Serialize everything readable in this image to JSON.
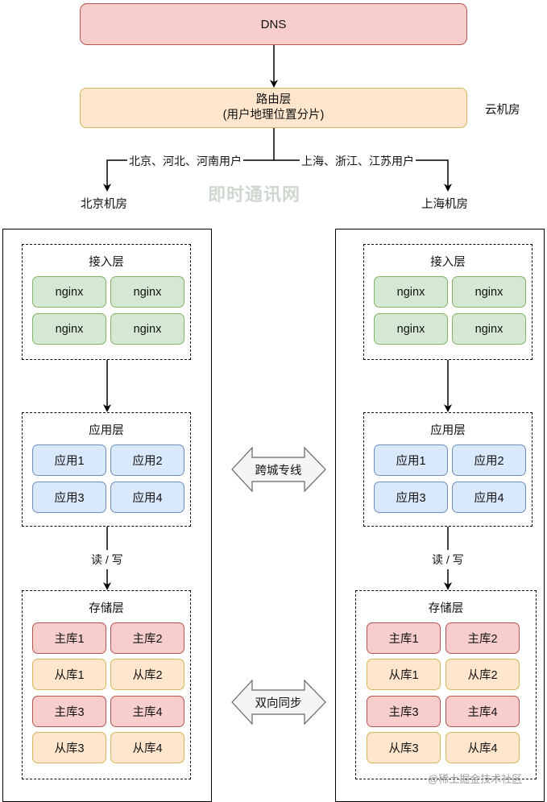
{
  "top": {
    "dns": "DNS",
    "routing_line1": "路由层",
    "routing_line2": "(用户地理位置分片)",
    "cloud_room": "云机房"
  },
  "routes": {
    "left_label": "北京、河北、河南用户",
    "right_label": "上海、浙江、江苏用户",
    "left_room": "北京机房",
    "right_room": "上海机房"
  },
  "rooms": {
    "access_title": "接入层",
    "nginx": "nginx",
    "app_title": "应用层",
    "apps": [
      "应用1",
      "应用2",
      "应用3",
      "应用4"
    ],
    "rw_label": "读 / 写",
    "storage_title": "存储层",
    "storage": [
      "主库1",
      "主库2",
      "从库1",
      "从库2",
      "主库3",
      "主库4",
      "从库3",
      "从库4"
    ]
  },
  "links": {
    "cross_city": "跨城专线",
    "bidirectional_sync": "双向同步"
  },
  "watermark": {
    "top_logo": "即时通讯网",
    "bottom": "@稀土掘金技术社区"
  },
  "colors": {
    "red_fill": "#f8cecc",
    "orange_fill": "#ffe6cc",
    "green_fill": "#d5e8d4",
    "blue_fill": "#dae8fc"
  }
}
